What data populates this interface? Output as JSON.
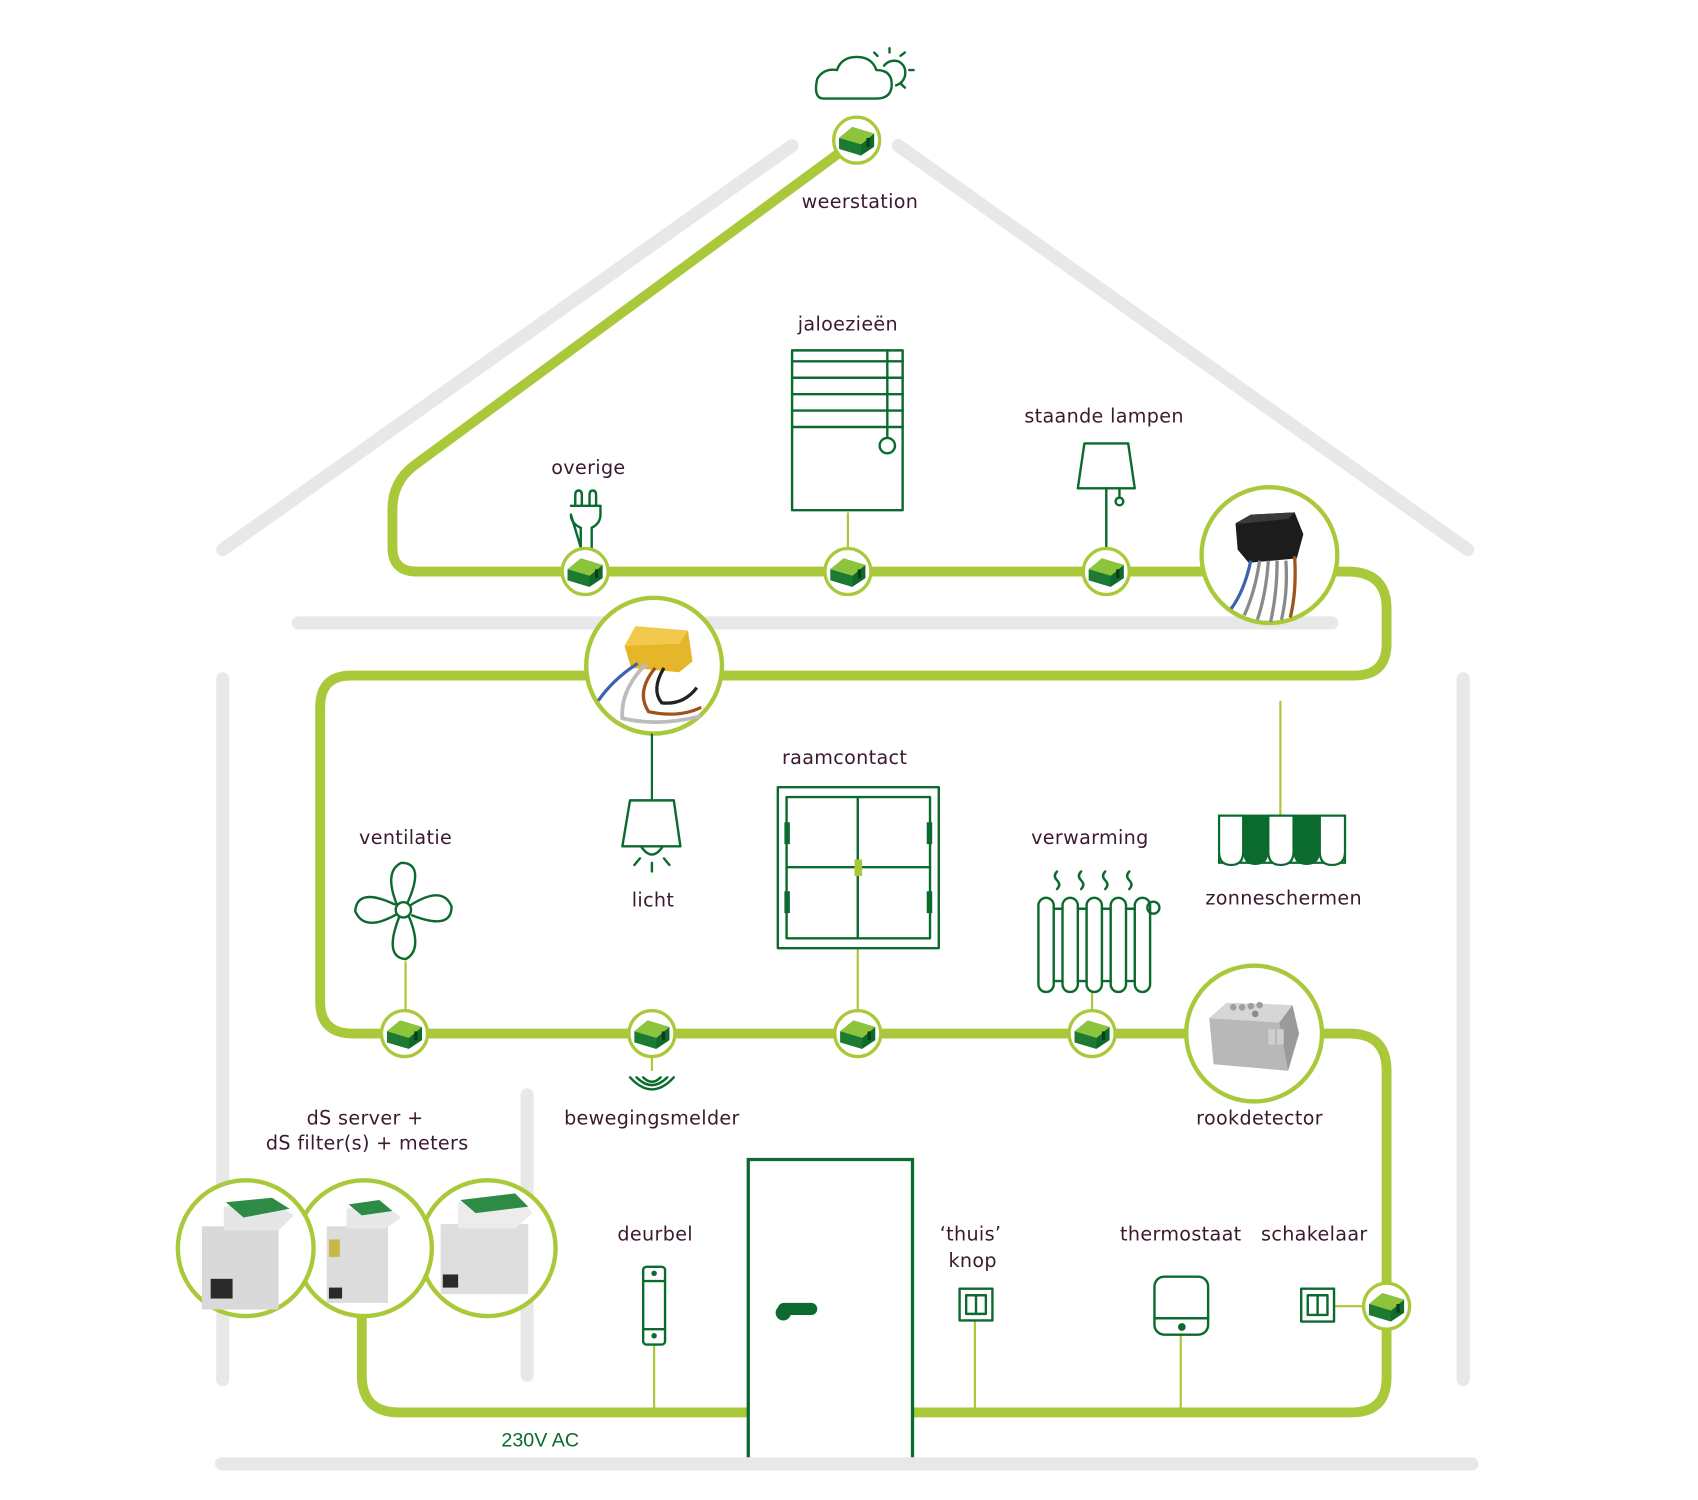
{
  "diagram": {
    "title_hidden": "",
    "colors": {
      "bus": "#a9c93a",
      "icon": "#0b6a2e",
      "label": "#3b1a30",
      "house_outline": "#e8e8e8"
    },
    "devices": [
      {
        "id": "weerstation",
        "label": "weerstation",
        "icon": "cloud-sun-icon"
      },
      {
        "id": "jaloezieen",
        "label": "jaloezieën",
        "icon": "blinds-icon"
      },
      {
        "id": "overige",
        "label": "overige",
        "icon": "plug-icon"
      },
      {
        "id": "staande-lampen",
        "label": "staande lampen",
        "icon": "floor-lamp-icon"
      },
      {
        "id": "ventilatie",
        "label": "ventilatie",
        "icon": "fan-icon"
      },
      {
        "id": "licht",
        "label": "licht",
        "icon": "ceiling-lamp-icon"
      },
      {
        "id": "raamcontact",
        "label": "raamcontact",
        "icon": "window-icon"
      },
      {
        "id": "verwarming",
        "label": "verwarming",
        "icon": "radiator-icon"
      },
      {
        "id": "zonneschermen",
        "label": "zonneschermen",
        "icon": "awning-icon"
      },
      {
        "id": "bewegingsmelder",
        "label": "bewegingsmelder",
        "icon": "motion-sensor-icon"
      },
      {
        "id": "rookdetector",
        "label": "rookdetector",
        "icon": "smoke-detector-module"
      },
      {
        "id": "ds-server",
        "label_line1": "dS server +",
        "label_line2": "dS filter(s) + meters",
        "icon": "din-rail-modules"
      },
      {
        "id": "deurbel",
        "label": "deurbel",
        "icon": "doorbell-icon"
      },
      {
        "id": "thuis-knop",
        "label_line1": "‘thuis’",
        "label_line2": "knop",
        "icon": "button-icon"
      },
      {
        "id": "thermostaat",
        "label": "thermostaat",
        "icon": "thermostat-icon"
      },
      {
        "id": "schakelaar",
        "label": "schakelaar",
        "icon": "switch-icon"
      }
    ],
    "power_label": "230V AC"
  }
}
